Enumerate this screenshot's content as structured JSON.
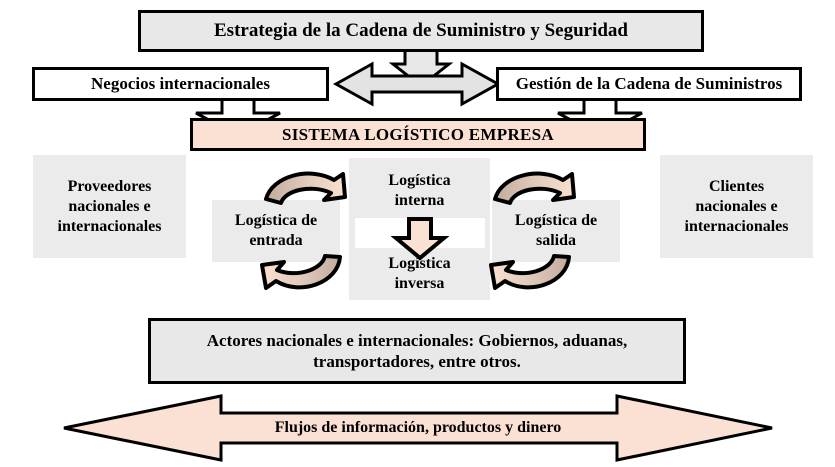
{
  "diagram": {
    "title_box": {
      "label": "Estrategia de la Cadena de Suministro y Seguridad"
    },
    "second_row": {
      "left_label": "Negocios internacionales",
      "right_label": "Gestión de la Cadena de Suministros"
    },
    "system_box": {
      "label": "SISTEMA LOGÍSTICO EMPRESA"
    },
    "left_panel": {
      "line1": "Proveedores",
      "line2": "nacionales e",
      "line3": "internacionales"
    },
    "right_panel": {
      "line1": "Clientes",
      "line2": "nacionales e",
      "line3": "internacionales"
    },
    "logistics": {
      "inbound_line1": "Logística de",
      "inbound_line2": "entrada",
      "internal_line1": "Logística",
      "internal_line2": "interna",
      "reverse_line1": "Logística",
      "reverse_line2": "inversa",
      "outbound_line1": "Logística de",
      "outbound_line2": "salida"
    },
    "actors_box": {
      "line1": "Actores nacionales e internacionales: Gobiernos, aduanas,",
      "line2": "transportadores, entre otros."
    },
    "flows_arrow": {
      "label": "Flujos de información, productos y dinero"
    },
    "icons": {
      "down_arrow_strategy": "arrow-down-icon",
      "double_arrow_horizontal": "arrow-left-right-icon",
      "down_arrow_left_to_system": "arrow-down-icon",
      "down_arrow_right_to_system": "arrow-down-icon",
      "inbound_curved_forward": "curved-arrow-right-icon",
      "inbound_curved_reverse": "curved-arrow-left-icon",
      "outbound_curved_forward": "curved-arrow-right-icon",
      "outbound_curved_reverse": "curved-arrow-left-icon",
      "internal_down_arrow": "arrow-down-icon",
      "flows_double_arrow": "arrow-left-right-icon"
    },
    "colors": {
      "peach": "#fbe1d3",
      "gray_panel": "#ebebeb",
      "box_gray": "#e8e8e8",
      "outline": "#000000",
      "curved_arrow_dark": "#c3ab9d",
      "curved_arrow_light": "#f7ddcd"
    }
  }
}
